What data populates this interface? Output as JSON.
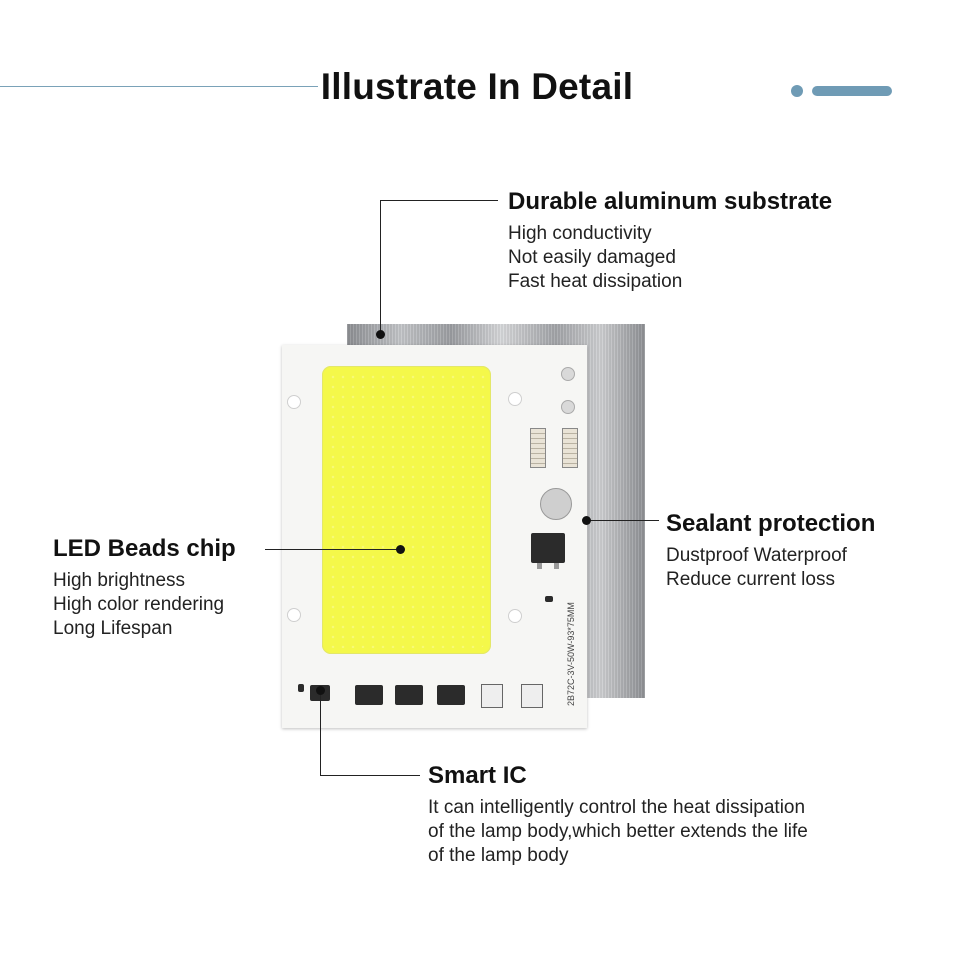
{
  "header": {
    "title": "Illustrate In Detail"
  },
  "callouts": {
    "substrate": {
      "heading": "Durable aluminum substrate",
      "lines": [
        "High conductivity",
        "Not easily damaged",
        "Fast heat dissipation"
      ]
    },
    "sealant": {
      "heading": "Sealant protection",
      "lines": [
        "Dustproof Waterproof",
        "Reduce current loss"
      ]
    },
    "led": {
      "heading": "LED Beads chip",
      "lines": [
        "High brightness",
        "High color rendering",
        "Long Lifespan"
      ]
    },
    "ic": {
      "heading": "Smart IC",
      "lines": [
        "It can intelligently control the heat dissipation",
        "of the lamp body,which better extends the life",
        "of the lamp body"
      ]
    }
  },
  "product": {
    "model_text": "2B72C-3V-50W-93*75MM"
  },
  "colors": {
    "accent": "#6f9bb5",
    "led": "#f4f84a",
    "text": "#111111"
  }
}
